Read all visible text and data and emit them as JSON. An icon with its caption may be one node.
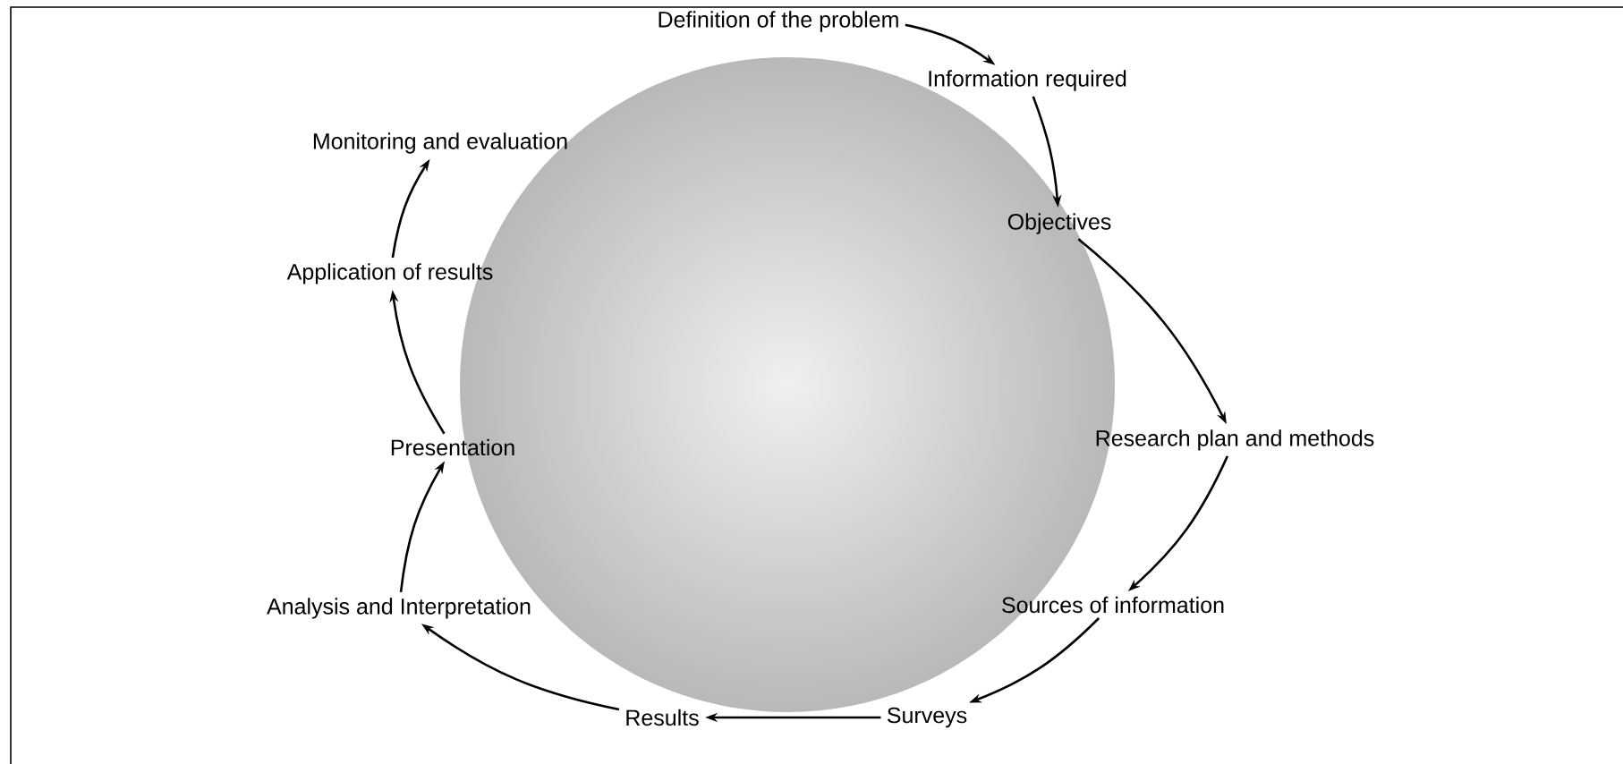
{
  "diagram": {
    "nodes": [
      {
        "text": [
          "Definition of the problem"
        ]
      },
      {
        "text": [
          "Information required"
        ]
      },
      {
        "text": [
          "Objectives"
        ]
      },
      {
        "text": [
          "Research plan and methods"
        ]
      },
      {
        "text": [
          "Sources of information"
        ]
      },
      {
        "text": [
          "Surveys"
        ]
      },
      {
        "text": [
          "Results"
        ]
      },
      {
        "text": [
          "Analysis and Interpretation"
        ]
      },
      {
        "text": [
          "Presentation"
        ]
      },
      {
        "text": [
          "Application of results"
        ]
      },
      {
        "text": [
          "Monitoring and evaluation"
        ]
      }
    ],
    "edges": [
      {
        "from": 0,
        "to": 1,
        "arrow": "to"
      },
      {
        "from": 1,
        "to": 2,
        "arrow": "to"
      },
      {
        "from": 2,
        "to": 3,
        "arrow": "to"
      },
      {
        "from": 3,
        "to": 4,
        "arrow": "to"
      },
      {
        "from": 4,
        "to": 5,
        "arrow": "to"
      },
      {
        "from": 5,
        "to": 6,
        "arrow": "to"
      },
      {
        "from": 6,
        "to": 7,
        "arrow": "to"
      },
      {
        "from": 7,
        "to": 8,
        "arrow": "to"
      },
      {
        "from": 8,
        "to": 9,
        "arrow": "to"
      },
      {
        "from": 9,
        "to": 10,
        "arrow": "to"
      }
    ]
  }
}
